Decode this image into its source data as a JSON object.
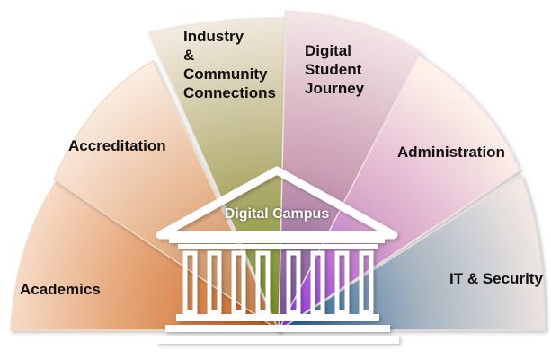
{
  "diagram": {
    "center_label": "Digital Campus",
    "segments": [
      {
        "label": "Academics",
        "color": "#d9853a"
      },
      {
        "label": "Accreditation",
        "color": "#d89a6a"
      },
      {
        "label": "Industry\n&\nCommunity\nConnections",
        "color": "#8a9b3a"
      },
      {
        "label": "Digital\nStudent\nJourney",
        "color": "#9b6f8f"
      },
      {
        "label": "Administration",
        "color": "#b24ee8"
      },
      {
        "label": "IT & Security",
        "color": "#3e7fa6"
      }
    ],
    "building_color": "#ffffff"
  }
}
